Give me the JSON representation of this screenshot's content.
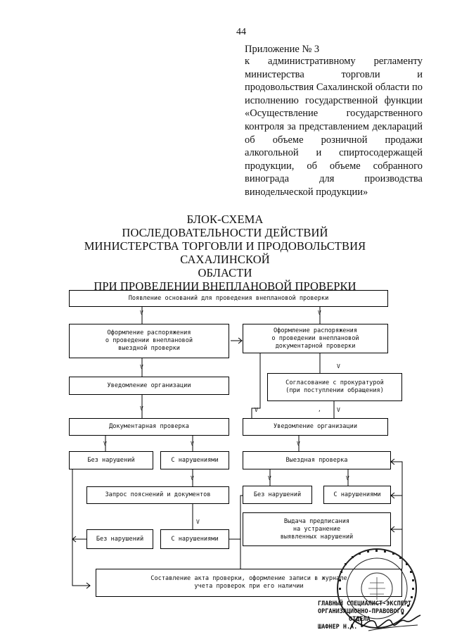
{
  "page_number": "44",
  "appendix": {
    "heading": "Приложение № 3",
    "text": "к административному регламенту министерства торговли и продовольствия Сахалинской области по исполнению государственной функции «Осуществление государственного контроля за представлением деклараций об объеме розничной продажи алкогольной и спиртосодержащей продукции, об объеме собранного винограда для производства винодельческой продукции»"
  },
  "title": {
    "line1": "БЛОК-СХЕМА",
    "line2": "ПОСЛЕДОВАТЕЛЬНОСТИ ДЕЙСТВИЙ",
    "line3": "МИНИСТЕРСТВА ТОРГОВЛИ И ПРОДОВОЛЬСТВИЯ САХАЛИНСКОЙ",
    "line4": "ОБЛАСТИ",
    "line5": "ПРИ ПРОВЕДЕНИИ ВНЕПЛАНОВОЙ ПРОВЕРКИ"
  },
  "flowchart": {
    "grounds": "Появление оснований для проведения внеплановой проверки",
    "order_onsite": "Оформление распоряжения\nо проведении внеплановой\nвыездной проверки",
    "order_documentary": "Оформление распоряжения\nо проведении внеплановой\nдокументарной проверки",
    "notify_left": "Уведомление организации",
    "prosecutor_approval": "Согласование с прокуратурой\n(при поступлении обращения)",
    "documentary_check": "Документарная проверка",
    "notify_right": "Уведомление организации",
    "no_violations_1": "Без нарушений",
    "with_violations_1": "С нарушениями",
    "onsite_check": "Выездная проверка",
    "request_docs": "Запрос пояснений и документов",
    "no_violations_2": "Без нарушений",
    "with_violations_2": "С нарушениями",
    "prescription": "Выдача предписания\nна устранение\nвыявленных нарушений",
    "no_violations_3": "Без нарушений",
    "with_violations_3": "С нарушениями",
    "act": "Составление акта проверки, оформление записи в журнале\nучета проверок при его наличии",
    "down_mark": "V",
    "stray_mark": ","
  },
  "footer": {
    "line1": "ГЛАВНЫЙ СПЕЦИАЛИСТ-ЭКСПЕРТ",
    "line2": "ОРГАНИЗАЦИОННО-ПРАВОВОГО",
    "line3": "ОТДЕЛА",
    "signer": "ШАФНЕР Н.А."
  }
}
